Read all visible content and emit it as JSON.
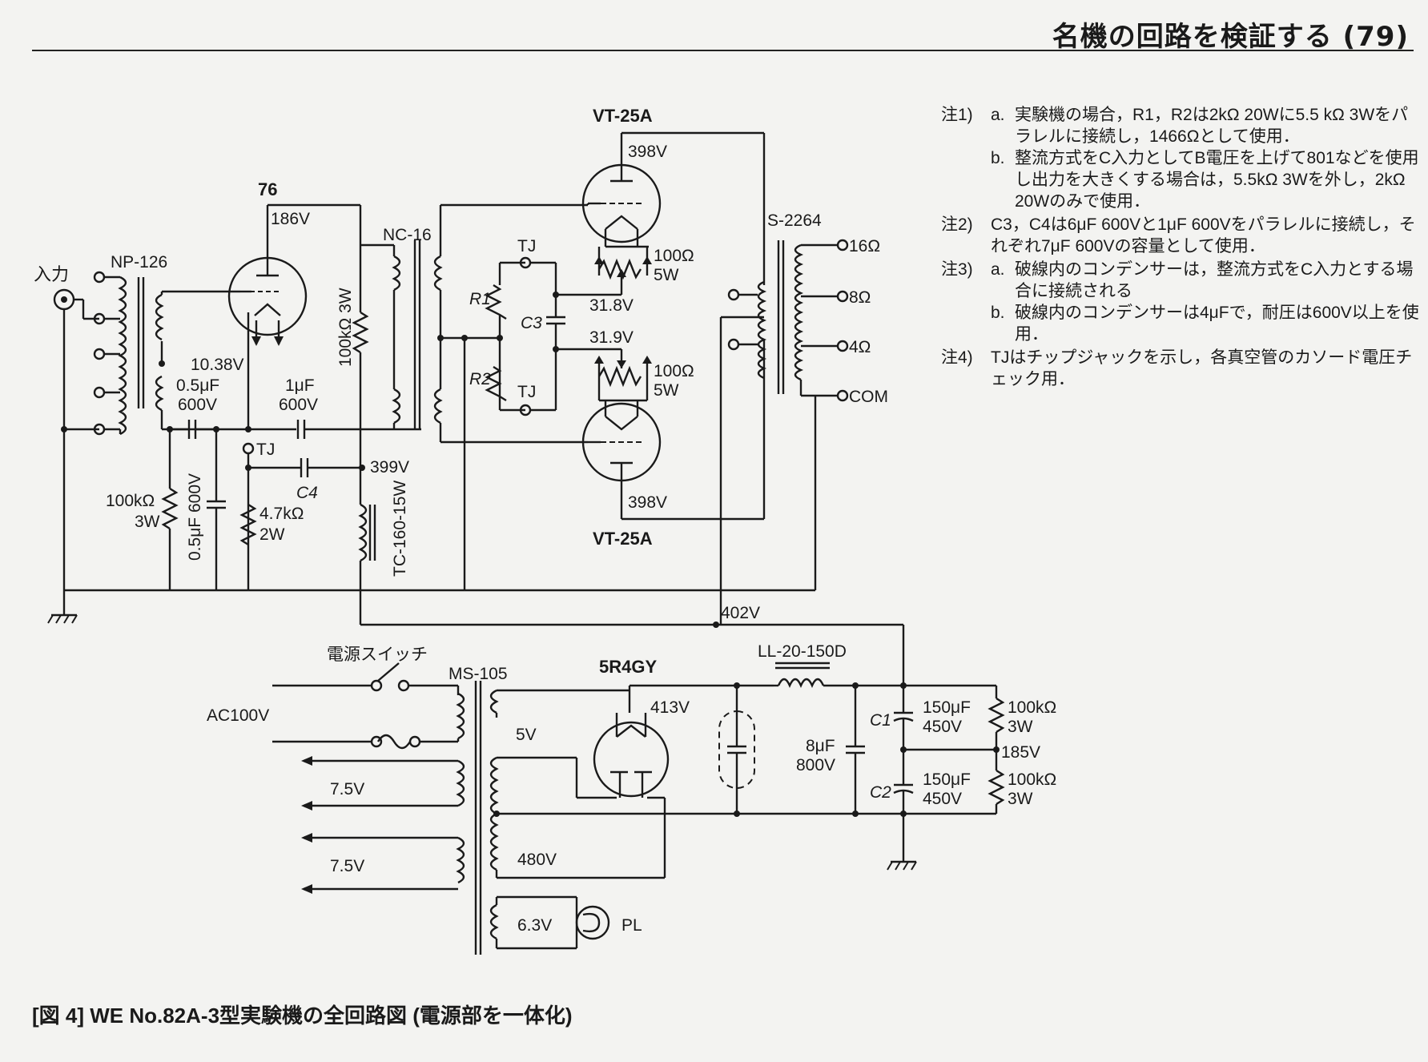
{
  "header": {
    "title": "名機の回路を検証する (79)"
  },
  "notes": [
    {
      "tag": "注1)",
      "items": [
        {
          "tag": "a.",
          "text": "実験機の場合，R1，R2は2kΩ 20Wに5.5 kΩ 3Wをパラレルに接続し，1466Ωとして使用．"
        },
        {
          "tag": "b.",
          "text": "整流方式をC入力としてB電圧を上げて801などを使用し出力を大きくする場合は，5.5kΩ 3Wを外し，2kΩ 20Wのみで使用．"
        }
      ]
    },
    {
      "tag": "注2)",
      "items": [
        {
          "tag": "",
          "text": "C3，C4は6μF 600Vと1μF 600Vをパラレルに接続し，それぞれ7μF 600Vの容量として使用．"
        }
      ]
    },
    {
      "tag": "注3)",
      "items": [
        {
          "tag": "a.",
          "text": "破線内のコンデンサーは，整流方式をC入力とする場合に接続される"
        },
        {
          "tag": "b.",
          "text": "破線内のコンデンサーは4μFで，耐圧は600V以上を使用．"
        }
      ]
    },
    {
      "tag": "注4)",
      "items": [
        {
          "tag": "",
          "text": "TJはチップジャックを示し，各真空管のカソード電圧チェック用．"
        }
      ]
    }
  ],
  "labels": {
    "input": "入力",
    "np126": "NP-126",
    "t76": "76",
    "v186": "186V",
    "v1038": "10.38V",
    "c05a_1": "0.5μF",
    "c05a_2": "600V",
    "c1u_1": "1μF",
    "c1u_2": "600V",
    "tj1": "TJ",
    "c4": "C4",
    "r100k_1": "100kΩ",
    "r100k_2": "3W",
    "c05b": "0.5μF 600V",
    "r47k_1": "4.7kΩ",
    "r47k_2": "2W",
    "r100k3w": "100kΩ 3W",
    "nc16": "NC-16",
    "v399": "399V",
    "tc160": "TC-160-15W",
    "vt25a_top": "VT-25A",
    "v398_top": "398V",
    "vt25a_bot": "VT-25A",
    "v398_bot": "398V",
    "tj2": "TJ",
    "tj3": "TJ",
    "r1": "R1",
    "r2": "R2",
    "c3": "C3",
    "v318": "31.8V",
    "v319": "31.9V",
    "r100a_1": "100Ω",
    "r100a_2": "5W",
    "r100b_1": "100Ω",
    "r100b_2": "5W",
    "s2264": "S-2264",
    "o16": "16Ω",
    "o8": "8Ω",
    "o4": "4Ω",
    "ocom": "COM",
    "v402": "402V",
    "power_sw": "電源スイッチ",
    "ms105": "MS-105",
    "ac100": "AC100V",
    "v75a": "7.5V",
    "v75b": "7.5V",
    "v5": "5V",
    "v480": "480V",
    "v63": "6.3V",
    "pl": "PL",
    "t5r4gy": "5R4GY",
    "v413": "413V",
    "ll20": "LL-20-150D",
    "c8u_1": "8μF",
    "c8u_2": "800V",
    "c1": "C1",
    "c2": "C2",
    "c150a_1": "150μF",
    "c150a_2": "450V",
    "c150b_1": "150μF",
    "c150b_2": "450V",
    "r100kb_1": "100kΩ",
    "r100kb_2": "3W",
    "r100kc_1": "100kΩ",
    "r100kc_2": "3W",
    "v185": "185V"
  },
  "caption": "[図 4]  WE No.82A-3型実験機の全回路図 (電源部を一体化)"
}
